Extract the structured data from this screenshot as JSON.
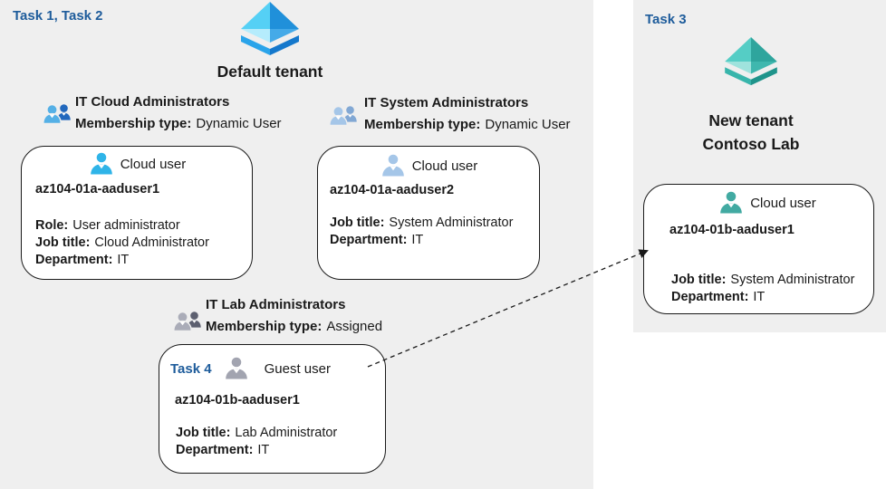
{
  "colors": {
    "panel_bg": "#efefef",
    "card_bg": "#ffffff",
    "card_border": "#1a1a1a",
    "text": "#1a1a1a",
    "task_label": "#1e5c9b",
    "arrow": "#1a1a1a",
    "user_cyan": "#2fb4e8",
    "user_steel": "#a5c6e8",
    "user_gray": "#a2a4b0",
    "user_teal": "#42aaa2",
    "group_cloud_front": "#55b0e6",
    "group_cloud_back": "#2268bd",
    "group_system_front": "#a5c6e8",
    "group_system_back": "#82a8d4",
    "group_lab_front": "#aaacb8",
    "group_lab_back": "#5d6070",
    "aad_blue_ul": "#55d0f5",
    "aad_blue_ur": "#2090da",
    "aad_blue_ll": "#b5ecfc",
    "aad_blue_lr": "#45aae8",
    "aad_blue_base_l": "#2aa4ea",
    "aad_blue_base_r": "#1478cc",
    "aad_teal_ul": "#55cdc5",
    "aad_teal_ur": "#2ea59d",
    "aad_teal_ll": "#9fe3dd",
    "aad_teal_lr": "#3fb7ae",
    "aad_teal_base_l": "#38b5ab",
    "aad_teal_base_r": "#1f948b"
  },
  "left_panel": {
    "task_label": "Task 1, Task 2",
    "tenant_name": "Default tenant",
    "groups": {
      "cloud": {
        "name": "IT Cloud Administrators",
        "membership_label": "Membership type:",
        "membership_value": "Dynamic User"
      },
      "system": {
        "name": "IT System Administrators",
        "membership_label": "Membership type:",
        "membership_value": "Dynamic User"
      },
      "lab": {
        "name": "IT Lab Administrators",
        "membership_label": "Membership type:",
        "membership_value": "Assigned"
      }
    },
    "cards": {
      "user1": {
        "type_label": "Cloud user",
        "username": "az104-01a-aaduser1",
        "fields": [
          {
            "label": "Role:",
            "value": "User administrator"
          },
          {
            "label": "Job title:",
            "value": "Cloud Administrator"
          },
          {
            "label": "Department:",
            "value": "IT"
          }
        ]
      },
      "user2": {
        "type_label": "Cloud user",
        "username": "az104-01a-aaduser2",
        "fields": [
          {
            "label": "Job title:",
            "value": "System Administrator"
          },
          {
            "label": "Department:",
            "value": "IT"
          }
        ]
      },
      "guest": {
        "task_label": "Task 4",
        "type_label": "Guest user",
        "username": "az104-01b-aaduser1",
        "fields": [
          {
            "label": "Job title:",
            "value": "Lab Administrator"
          },
          {
            "label": "Department:",
            "value": "IT"
          }
        ]
      }
    }
  },
  "right_panel": {
    "task_label": "Task 3",
    "tenant_name_line1": "New tenant",
    "tenant_name_line2": "Contoso Lab",
    "card": {
      "type_label": "Cloud user",
      "username": "az104-01b-aaduser1",
      "fields": [
        {
          "label": "Job title:",
          "value": "System Administrator"
        },
        {
          "label": "Department:",
          "value": "IT"
        }
      ]
    }
  }
}
